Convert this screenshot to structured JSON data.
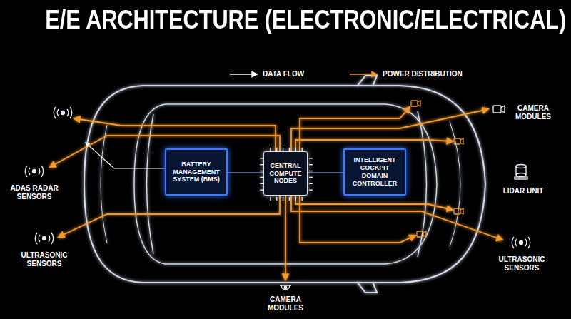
{
  "diagram": {
    "title": "E/E ARCHITECTURE (ELECTRONIC/ELECTRICAL)",
    "nodes": [
      {
        "text": [
          "BATTERY MANAGEMENT SYSTEM (BMS)"
        ]
      },
      {
        "text": [
          "CENTRAL COMPUTE NODES"
        ]
      },
      {
        "text": [
          "INTELLIGENT COCKPIT DOMAIN CONTROLLER"
        ]
      }
    ],
    "edges": [
      {
        "from": 0,
        "to": 1,
        "arrow": "none"
      },
      {
        "from": 1,
        "to": 2,
        "arrow": "none"
      }
    ],
    "labels": [
      "CAMERA MODULES",
      "ADAS RADAR SENSORS",
      "LIDAR UNIT",
      "ULTRASONIC SENSORS",
      "CAMERA MODULES",
      "ULTRASONIC SENSORS"
    ],
    "legend": [
      {
        "text": "DATA FLOW"
      },
      {
        "text": "POWER DISTRIBUTION"
      }
    ]
  }
}
